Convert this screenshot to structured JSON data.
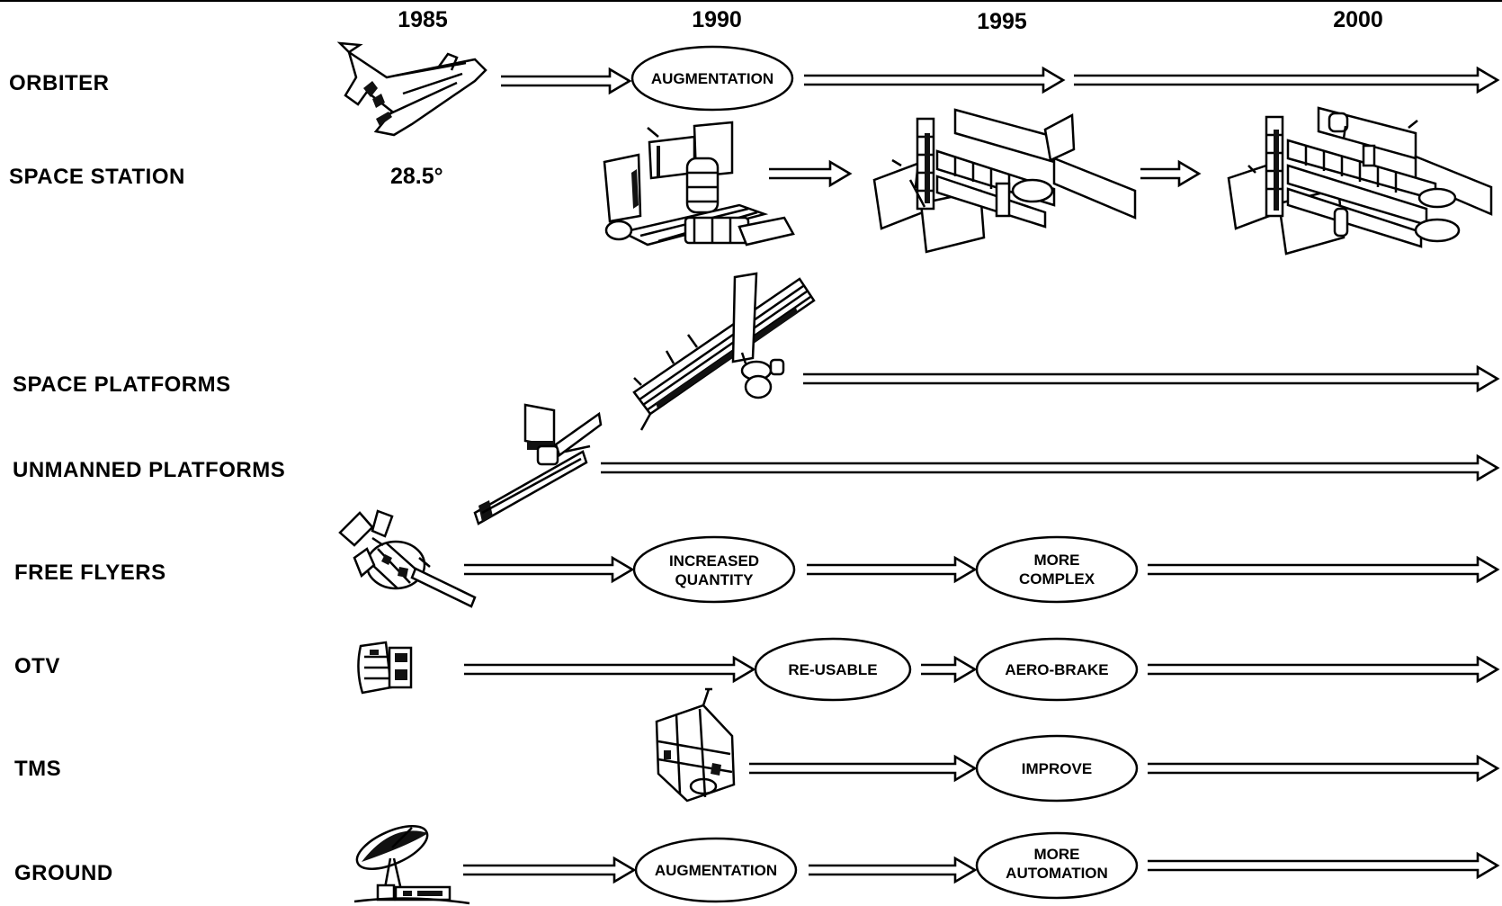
{
  "timeline": {
    "years": [
      "1985",
      "1990",
      "1995",
      "2000"
    ]
  },
  "rows": {
    "orbiter": {
      "label": "ORBITER",
      "ovals": [
        [
          "AUGMENTATION"
        ]
      ]
    },
    "space_station": {
      "label": "SPACE STATION",
      "inclination": "28.5°"
    },
    "space_platforms": {
      "label": "SPACE PLATFORMS"
    },
    "unmanned_platforms": {
      "label": "UNMANNED PLATFORMS"
    },
    "free_flyers": {
      "label": "FREE FLYERS",
      "ovals": [
        [
          "INCREASED",
          "QUANTITY"
        ],
        [
          "MORE",
          "COMPLEX"
        ]
      ]
    },
    "otv": {
      "label": "OTV",
      "ovals": [
        [
          "RE-USABLE"
        ],
        [
          "AERO-BRAKE"
        ]
      ]
    },
    "tms": {
      "label": "TMS",
      "ovals": [
        [
          "IMPROVE"
        ]
      ]
    },
    "ground": {
      "label": "GROUND",
      "ovals": [
        [
          "AUGMENTATION"
        ],
        [
          "MORE",
          "AUTOMATION"
        ]
      ]
    }
  },
  "icons": [
    "shuttle-orbiter-icon",
    "space-station-icon",
    "space-platform-icon",
    "unmanned-platform-icon",
    "free-flyer-satellite-icon",
    "otv-vehicle-icon",
    "tms-vehicle-icon",
    "ground-antenna-icon"
  ]
}
